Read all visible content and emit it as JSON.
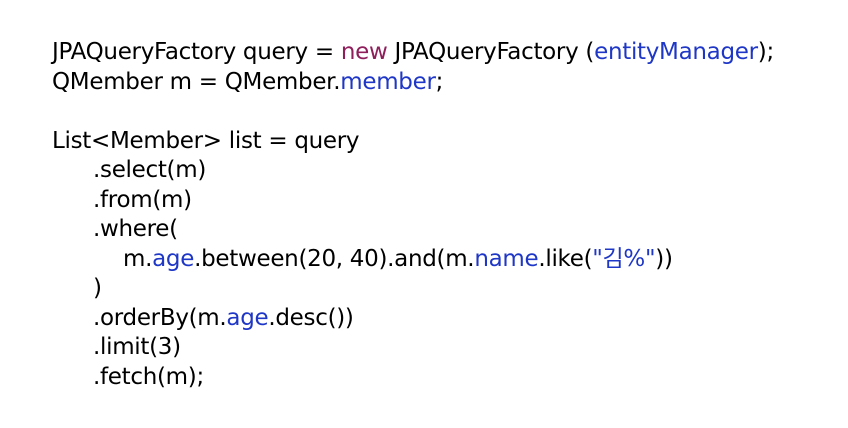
{
  "colors": {
    "text": "#000000",
    "keyword": "#8e1f5b",
    "field": "#1f37c6",
    "background": "#ffffff"
  },
  "code": {
    "line1": {
      "t1": "JPAQueryFactory query = ",
      "kw": "new",
      "t2": " JPAQueryFactory (",
      "arg": "entityManager",
      "t3": ");"
    },
    "line2": {
      "t1": "QMember m = QMember.",
      "field": "member",
      "t2": ";"
    },
    "line3": {
      "t1": "List<Member> list = query"
    },
    "line4": {
      "t1": ".select(m)"
    },
    "line5": {
      "t1": ".from(m)"
    },
    "line6": {
      "t1": ".where("
    },
    "line7": {
      "t1": "m.",
      "f1": "age",
      "t2": ".between(20, 40).and(m.",
      "f2": "name",
      "t3": ".like(",
      "str": "\"김%\"",
      "t4": "))"
    },
    "line8": {
      "t1": ")"
    },
    "line9": {
      "t1": ".orderBy(m.",
      "f1": "age",
      "t2": ".desc())"
    },
    "line10": {
      "t1": ".limit(3)"
    },
    "line11": {
      "t1": ".fetch(m);"
    }
  }
}
